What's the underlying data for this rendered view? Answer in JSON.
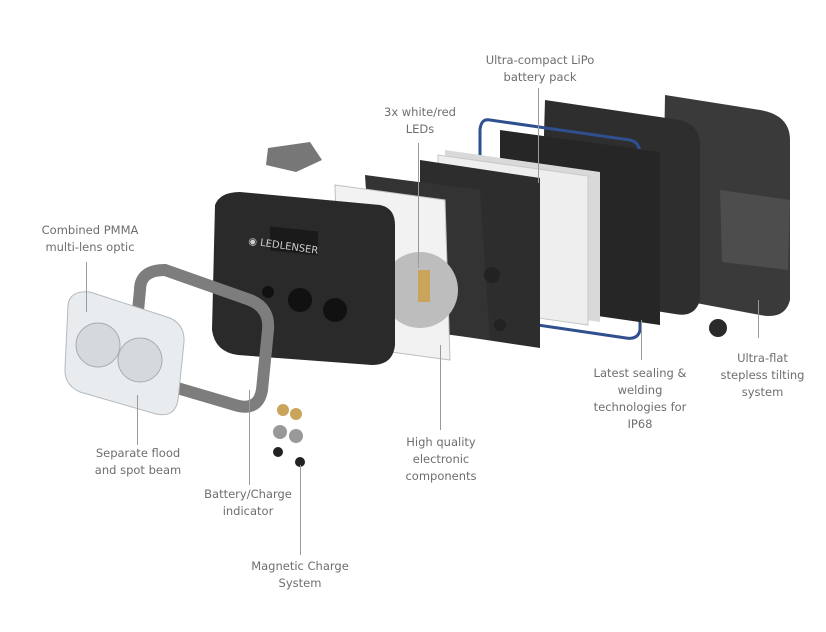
{
  "diagram": {
    "type": "exploded-view",
    "subject": "headlamp",
    "brand_text": "LEDLENSER",
    "colors": {
      "label_text": "#6e6e6e",
      "leader_line": "#9a9a9a",
      "housing": "#2b2b2b",
      "seal_ring": "#2f4f8f",
      "battery": "#e6e6e6",
      "bezel": "#7d7d7d"
    },
    "labels": [
      {
        "id": "optic",
        "text": "Combined PMMA\nmulti-lens optic"
      },
      {
        "id": "beam",
        "text": "Separate flood\nand spot beam"
      },
      {
        "id": "indicator",
        "text": "Battery/Charge\nindicator"
      },
      {
        "id": "magnetic",
        "text": "Magnetic Charge\nSystem"
      },
      {
        "id": "electronics",
        "text": "High quality\nelectronic\ncomponents"
      },
      {
        "id": "leds",
        "text": "3x white/red\nLEDs"
      },
      {
        "id": "battery",
        "text": "Ultra-compact LiPo\nbattery pack"
      },
      {
        "id": "sealing",
        "text": "Latest sealing &\nwelding\ntechnologies for\nIP68"
      },
      {
        "id": "tilt",
        "text": "Ultra-flat\nstepless tilting\nsystem"
      }
    ]
  }
}
